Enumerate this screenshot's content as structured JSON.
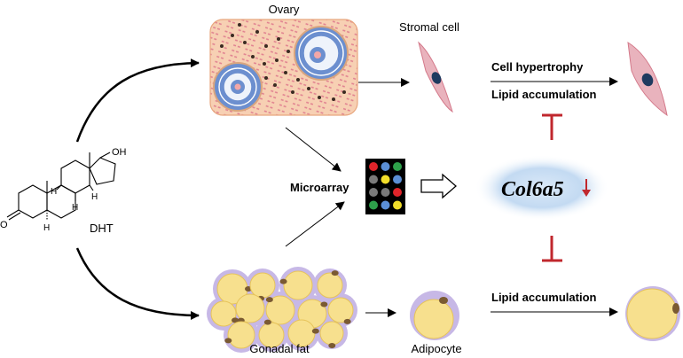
{
  "labels": {
    "ovary": "Ovary",
    "stromal_cell": "Stromal cell",
    "cell_hypertrophy": "Cell hypertrophy",
    "lipid_accumulation_top": "Lipid accumulation",
    "microarray": "Microarray",
    "gene": "Col6a5",
    "dht": "DHT",
    "lipid_accumulation_bottom": "Lipid accumulation",
    "gonadal_fat": "Gonadal fat",
    "adipocyte": "Adipocyte",
    "molecule_oh": "OH",
    "molecule_o": "O",
    "molecule_h1": "H",
    "molecule_h2": "H",
    "molecule_h3": "H",
    "molecule_h4": "H"
  },
  "colors": {
    "inhibition": "#c0272d",
    "down_arrow": "#c0272d",
    "ovary_bg": "#f7d0b3",
    "stromal_fill": "#e9b3bd",
    "nucleus": "#1f3a5f",
    "follicle_blue": "#6c8fcf",
    "adipocyte_purple": "#c7b8e6",
    "lipid_yellow": "#f7e08e",
    "cell_nucleus_brown": "#7a5a32",
    "gene_glow": "#bcd6f2"
  },
  "microarray_spots": [
    [
      "red",
      "blue",
      "green"
    ],
    [
      "gray",
      "yellow",
      "blue"
    ],
    [
      "gray",
      "gray",
      "red"
    ],
    [
      "green",
      "blue",
      "yellow"
    ]
  ]
}
